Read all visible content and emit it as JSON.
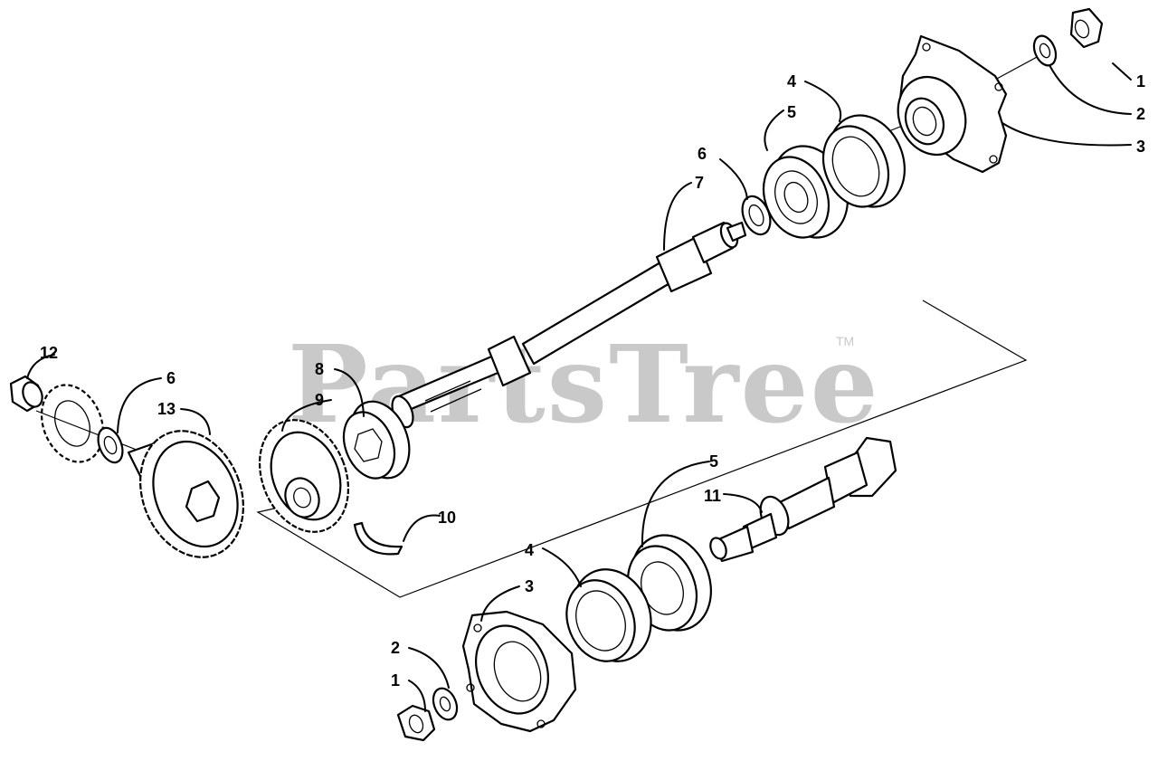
{
  "watermark": {
    "text": "PartsTree",
    "tm": "TM"
  },
  "callouts": {
    "upper_1": "1",
    "upper_2": "2",
    "upper_3": "3",
    "upper_4": "4",
    "upper_5": "5",
    "upper_6": "6",
    "shaft_7": "7",
    "bearing_8": "8",
    "gear_9": "9",
    "clip_10": "10",
    "shaft_11": "11",
    "nut_12": "12",
    "gear_13": "13",
    "left_6": "6",
    "lower_5": "5",
    "lower_4": "4",
    "lower_3": "3",
    "lower_2": "2",
    "lower_1": "1"
  }
}
